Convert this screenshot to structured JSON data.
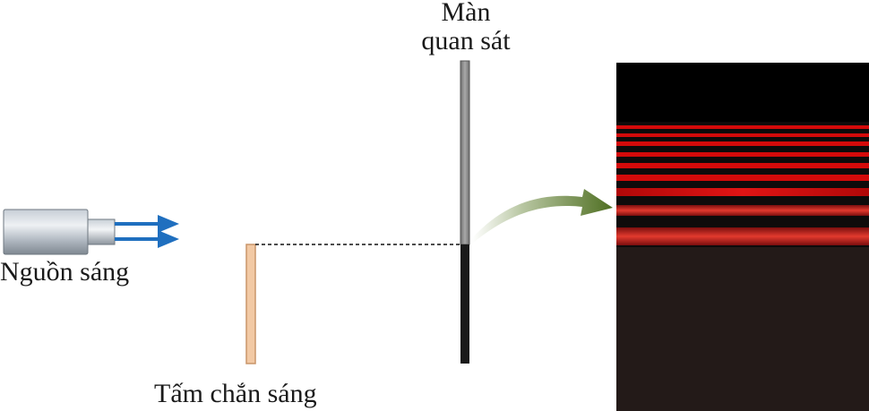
{
  "labels": {
    "source": "Nguồn sáng",
    "barrier": "Tấm chắn sáng",
    "screen_line1": "Màn",
    "screen_line2": "quan sát"
  },
  "colors": {
    "beam_arrow": "#1f6fbf",
    "barrier_fill": "#f2c9a4",
    "barrier_stroke": "#c9956a",
    "screen_top": "#8c8c8c",
    "screen_bottom": "#1a1a1a",
    "curved_arrow": "#5c7a2e",
    "pattern_top": "#000000",
    "pattern_bottom": "#231a18",
    "fringe": "#d40a0a"
  },
  "icons": [
    "light-source-icon",
    "beam-arrow-icon",
    "curved-arrow-icon"
  ]
}
